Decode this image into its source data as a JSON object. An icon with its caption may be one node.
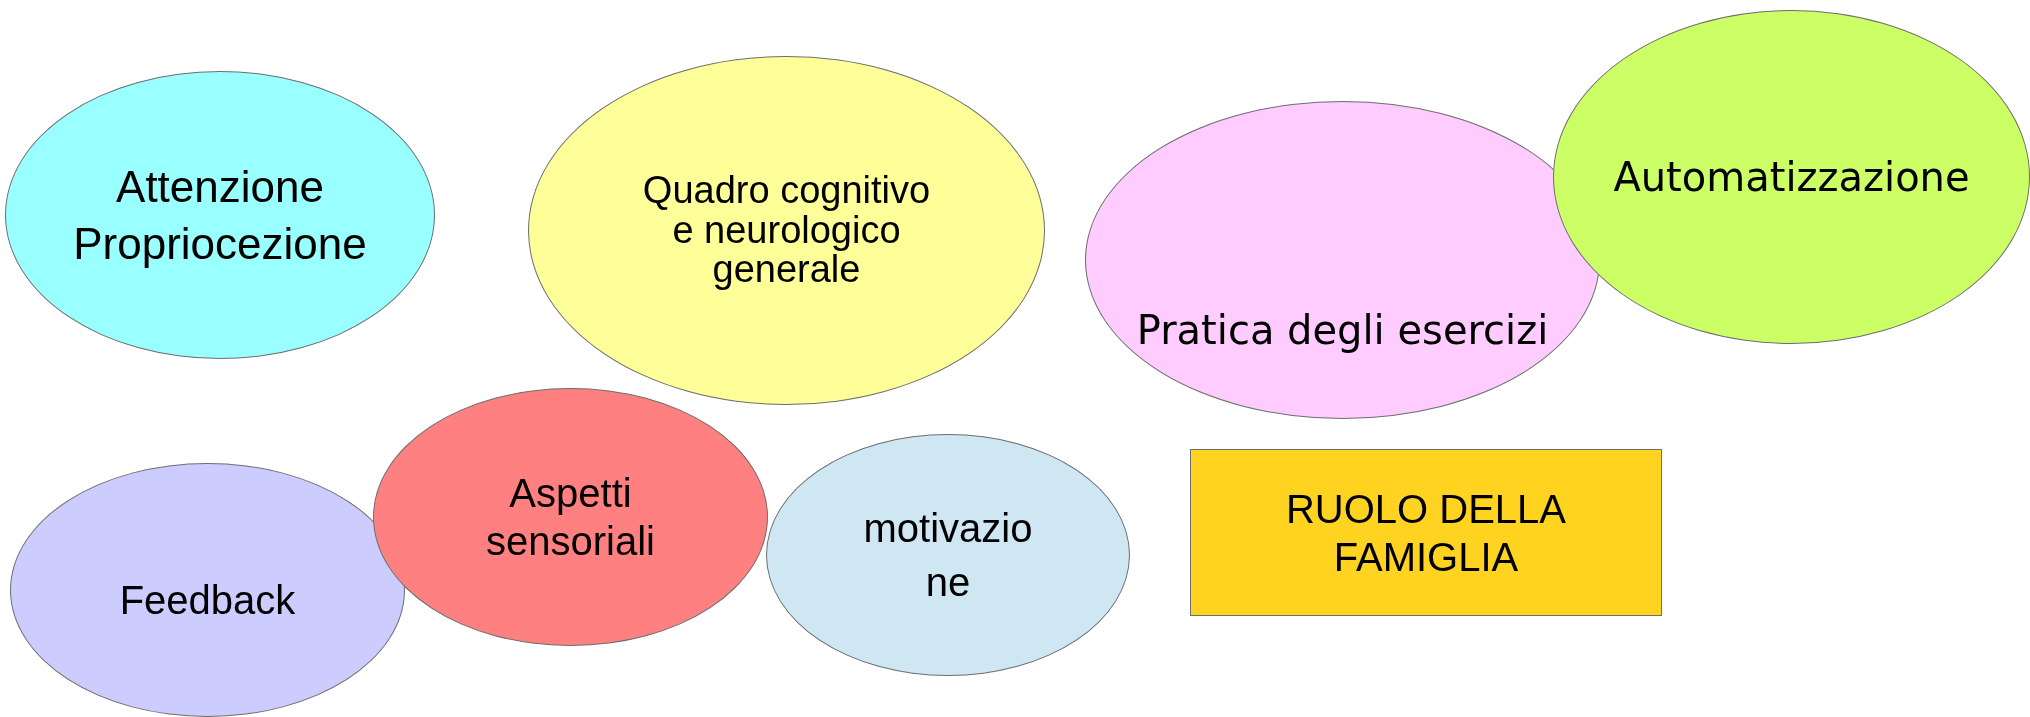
{
  "diagram": {
    "nodes": [
      {
        "text": [
          "Attenzione Propriocezione"
        ]
      },
      {
        "text": [
          "Quadro cognitivo e neurologico generale"
        ]
      },
      {
        "text": [
          "Pratica degli esercizi"
        ]
      },
      {
        "text": [
          "Automatizzazione"
        ]
      },
      {
        "text": [
          "Feedback"
        ]
      },
      {
        "text": [
          "Aspetti sensoriali"
        ]
      },
      {
        "text": [
          "motivazio ne"
        ]
      },
      {
        "text": [
          "RUOLO DELLA FAMIGLIA"
        ]
      }
    ]
  }
}
